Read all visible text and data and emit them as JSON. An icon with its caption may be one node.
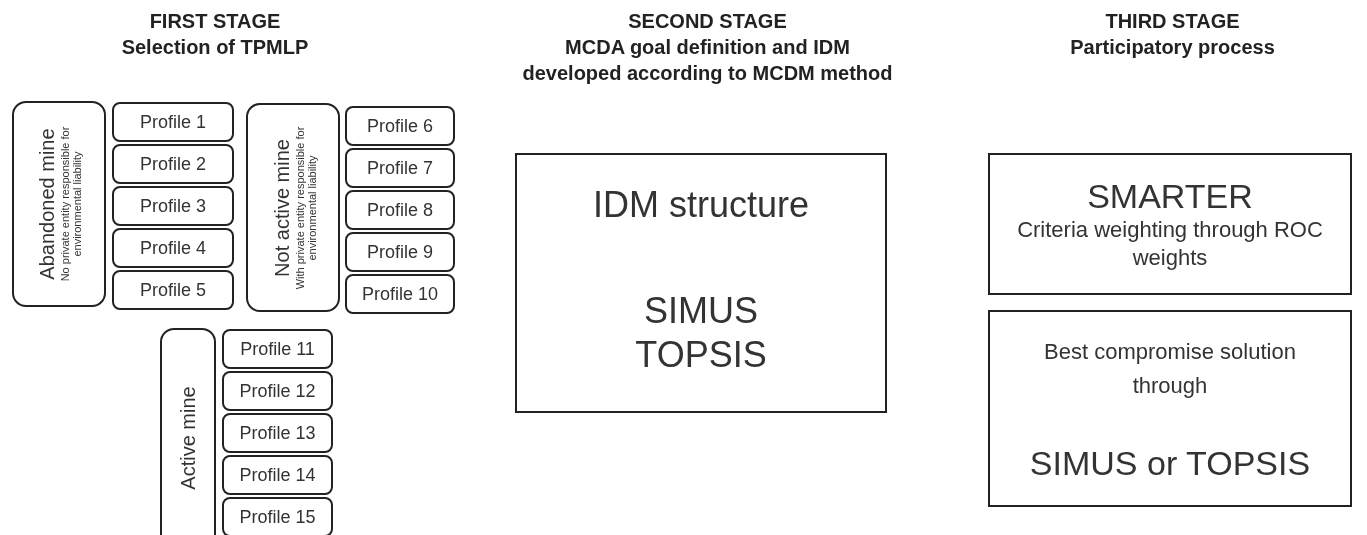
{
  "diagram": {
    "nodes": [
      {
        "text": [
          "Abandoned mine",
          "No private entity responsible for environmental liability"
        ]
      },
      {
        "text": [
          "Profile 1"
        ]
      },
      {
        "text": [
          "Profile 2"
        ]
      },
      {
        "text": [
          "Profile 3"
        ]
      },
      {
        "text": [
          "Profile 4"
        ]
      },
      {
        "text": [
          "Profile 5"
        ]
      },
      {
        "text": [
          "Not active mine",
          "With private entity responsible for environmental liability"
        ]
      },
      {
        "text": [
          "Profile 6"
        ]
      },
      {
        "text": [
          "Profile 7"
        ]
      },
      {
        "text": [
          "Profile 8"
        ]
      },
      {
        "text": [
          "Profile 9"
        ]
      },
      {
        "text": [
          "Profile 10"
        ]
      },
      {
        "text": [
          "Active mine"
        ]
      },
      {
        "text": [
          "Profile 11"
        ]
      },
      {
        "text": [
          "Profile 12"
        ]
      },
      {
        "text": [
          "Profile 13"
        ]
      },
      {
        "text": [
          "Profile 14"
        ]
      },
      {
        "text": [
          "Profile 15"
        ]
      },
      {
        "text": [
          "IDM structure",
          "SIMUS TOPSIS"
        ]
      },
      {
        "text": [
          "SMARTER",
          "Criteria weighting through ROC weights"
        ]
      },
      {
        "text": [
          "Best compromise solution through",
          "SIMUS or TOPSIS"
        ]
      }
    ],
    "labels": [
      "FIRST STAGE",
      "Selection of TPMLP",
      "SECOND STAGE",
      "MCDA goal definition and IDM developed according to MCDM method",
      "THIRD STAGE",
      "Participatory process"
    ]
  }
}
